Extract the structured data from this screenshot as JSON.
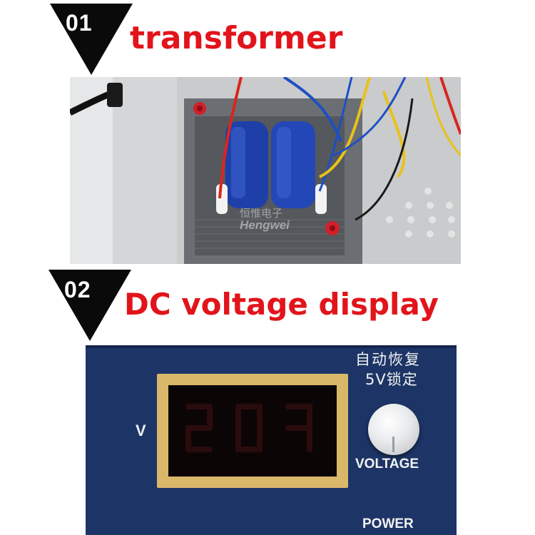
{
  "sections": [
    {
      "number": "01",
      "title": "transformer",
      "watermark_cn": "恒惟电子",
      "watermark_en": "Hengwei"
    },
    {
      "number": "02",
      "title": "DC  voltage display",
      "panel": {
        "unit_label": "V",
        "label_cn_line1": "自动恢复",
        "label_cn_line2": "5V锁定",
        "knob_label": "VOLTAGE",
        "power_label": "POWER"
      }
    }
  ],
  "colors": {
    "heading_red": "#e2141b",
    "badge_black": "#0a0a0a",
    "panel_blue": "#1d3566",
    "frame_gold": "#d9b86a",
    "coil_blue": "#1f3fa8"
  }
}
